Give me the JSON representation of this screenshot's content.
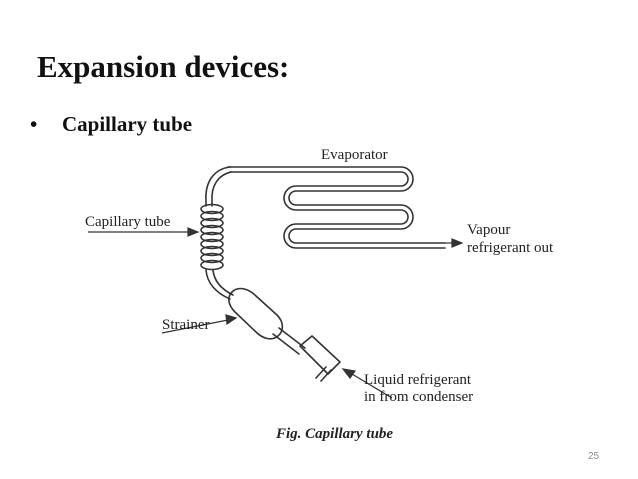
{
  "slide": {
    "title": "Expansion devices:",
    "bullet_symbol": "•",
    "bullet_text": "Capillary tube",
    "page_number": "25"
  },
  "diagram": {
    "labels": {
      "evaporator": "Evaporator",
      "capillary_tube": "Capillary tube",
      "vapour_line1": "Vapour",
      "vapour_line2": "refrigerant out",
      "strainer": "Strainer",
      "liquid_line1": "Liquid refrigerant",
      "liquid_line2": "in from condenser"
    },
    "caption": "Fig.  Capillary tube"
  },
  "colors": {
    "text": "#111111",
    "line": "#333333",
    "page_number": "#8c8c8c"
  }
}
